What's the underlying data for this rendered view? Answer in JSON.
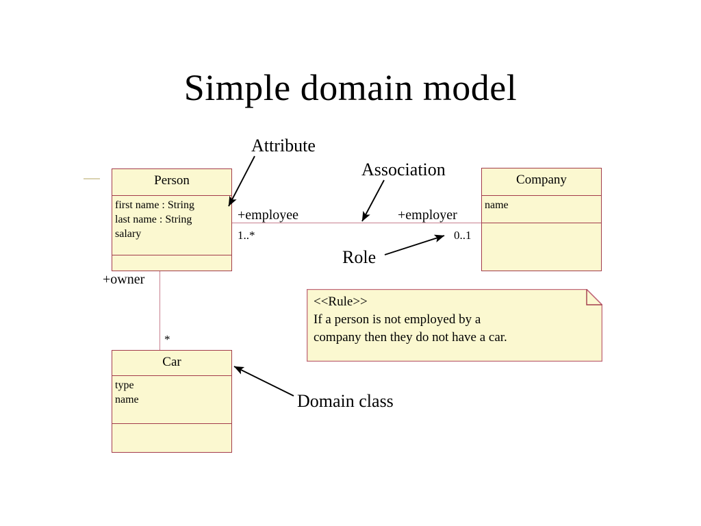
{
  "slide": {
    "title": "Simple domain model",
    "background_color": "#ffffff",
    "class_fill_color": "#fbf8d0",
    "class_border_color": "#a23a4a",
    "association_line_color": "#c77f8e",
    "text_color": "#000000"
  },
  "classes": [
    {
      "id": "person",
      "name": "Person",
      "attributes": [
        "first name : String",
        "last name : String",
        "salary"
      ],
      "operations": []
    },
    {
      "id": "company",
      "name": "Company",
      "attributes": [
        "name"
      ],
      "operations": []
    },
    {
      "id": "car",
      "name": "Car",
      "attributes": [
        "type",
        "name"
      ],
      "operations": []
    }
  ],
  "associations": [
    {
      "id": "employment",
      "source_role": "+employee",
      "source_multiplicity": "1..*",
      "target_role": "+employer",
      "target_multiplicity": "0..1"
    },
    {
      "id": "ownership",
      "source_role": "+owner",
      "target_multiplicity": "*"
    }
  ],
  "note": {
    "stereotype": "<<Rule>>",
    "line1": "If a person is not employed by a",
    "line2": "company then they do not have a car."
  },
  "callouts": [
    {
      "id": "attribute",
      "label": "Attribute"
    },
    {
      "id": "association",
      "label": "Association"
    },
    {
      "id": "role",
      "label": "Role"
    },
    {
      "id": "domain-class",
      "label": "Domain class"
    }
  ]
}
